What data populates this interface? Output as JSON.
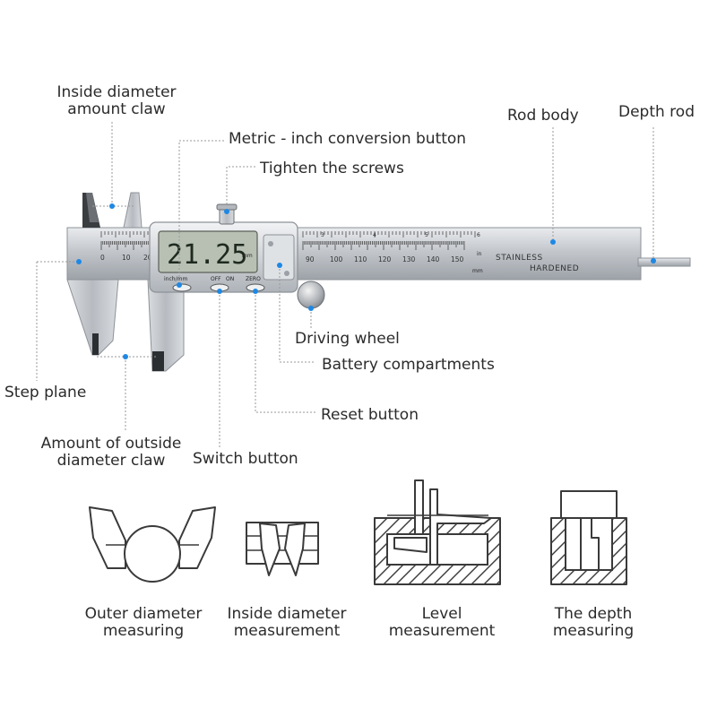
{
  "labels": {
    "inside_claw": "Inside diameter\namount claw",
    "metric_inch": "Metric - inch conversion button",
    "tighten": "Tighten the screws",
    "rod_body": "Rod body",
    "depth_rod": "Depth rod",
    "driving_wheel": "Driving wheel",
    "battery": "Battery compartments",
    "step_plane": "Step plane",
    "reset": "Reset button",
    "outside_claw": "Amount of outside\ndiameter claw",
    "switch": "Switch button"
  },
  "display": {
    "reading": "21.25",
    "unit": "mm",
    "inch_mm": "inch/mm",
    "off": "OFF",
    "on": "ON",
    "zero": "ZERO"
  },
  "scale": {
    "left_numbers": [
      "0",
      "10",
      "20"
    ],
    "right_numbers": [
      "90",
      "100",
      "110",
      "120",
      "130",
      "140",
      "150"
    ],
    "inch_numbers": [
      "3",
      "4",
      "5",
      "6"
    ],
    "in_unit": "in",
    "mm_unit": "mm"
  },
  "stamp": {
    "line1": "STAINLESS",
    "line2": "HARDENED"
  },
  "captions": {
    "outer": "Outer diameter\nmeasuring",
    "inside": "Inside diameter\nmeasurement",
    "level": "Level\nmeasurement",
    "depth": "The depth\nmeasuring"
  },
  "colors": {
    "accent_dot": "#1e88e5",
    "steel": "#c9ccd0",
    "lcd": "#b8c0b4"
  }
}
